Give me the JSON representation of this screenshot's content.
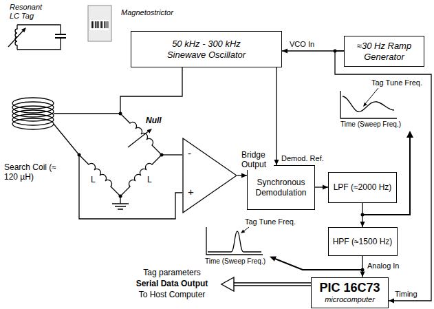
{
  "diagram": {
    "nodes": [
      {
        "text": [
          "50 kHz - 300 kHz Sinewave Oscillator"
        ]
      },
      {
        "text": [
          "≈30 Hz Ramp Generator"
        ]
      },
      {
        "text": [
          "-",
          "+"
        ]
      },
      {
        "text": [
          "Synchronous Demodulation"
        ]
      },
      {
        "text": [
          "LPF (≈2000 Hz)"
        ]
      },
      {
        "text": [
          "HPF (≈1500 Hz)"
        ]
      },
      {
        "text": [
          "PIC 16C73",
          "microcomputer"
        ]
      }
    ],
    "edges": [
      {
        "from": 1,
        "to": 0,
        "arrow": "to",
        "label": "VCO In"
      },
      {
        "from": 0,
        "to": 3,
        "arrow": "to",
        "label": "Demod. Ref."
      },
      {
        "from": 2,
        "to": 3,
        "arrow": "to",
        "label": "Bridge Output"
      },
      {
        "from": 3,
        "to": 4,
        "arrow": "to"
      },
      {
        "from": 4,
        "to": 5,
        "arrow": "to"
      },
      {
        "from": 5,
        "to": 6,
        "arrow": "to",
        "label": "Analog In"
      },
      {
        "from": 1,
        "to": 6,
        "arrow": "to",
        "label": "Timing"
      }
    ],
    "labels": [
      "Resonant LC Tag",
      "Magnetostrictor",
      "Search Coil (≈ 120 µH)",
      "Null",
      "L",
      "L",
      "Tag Tune Freq.",
      "Time (Sweep Freq.)",
      "Tag Tune Freq.",
      "Time (Sweep Freq.)",
      "Tag parameters",
      "Serial Data Output",
      "To Host Computer"
    ]
  }
}
